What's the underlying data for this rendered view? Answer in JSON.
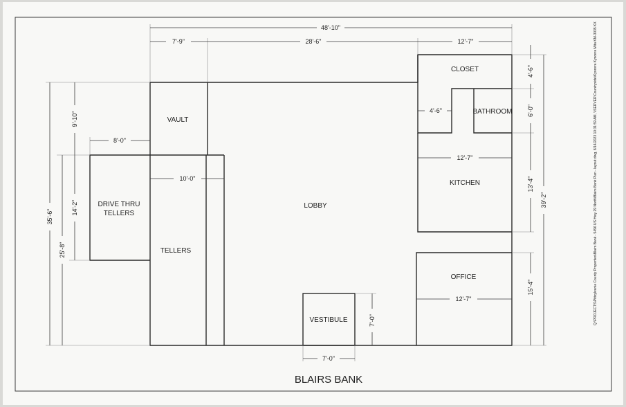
{
  "title": "BLAIRS BANK",
  "side_note": "Q:\\PROJECTS\\Pittsylvania County Properties\\Blairs Bank - 5496 US Hwy 29 North\\Blairs Bank Plan - layout.dwg, 8/14/2023 10:31:59 AM, \\\\SERVER\\Countryside\\Kyocera Kyocera Mita KM-3035 KX",
  "rooms": {
    "vault": "VAULT",
    "drive_thru": [
      "DRIVE THRU",
      "TELLERS"
    ],
    "tellers": "TELLERS",
    "lobby": "LOBBY",
    "vestibule": "VESTIBULE",
    "closet": "CLOSET",
    "bathroom": "BATHROOM",
    "kitchen": "KITCHEN",
    "office": "OFFICE"
  },
  "dimensions": {
    "overall_width": "48'-10\"",
    "vault_width": "7'-9\"",
    "lobby_width": "28'-6\"",
    "right_width": "12'-7\"",
    "drive_thru_width": "8'-0\"",
    "tellers_width": "10'-0\"",
    "left_overall_height": "35'-6\"",
    "vault_depth": "9'-10\"",
    "drive_thru_height": "14'-2\"",
    "tellers_height": "25'-8\"",
    "closet_depth": "4'-6\"",
    "closet_width": "4'-6\"",
    "bathroom_depth": "6'-0\"",
    "kitchen_width": "12'-7\"",
    "kitchen_depth": "13'-4\"",
    "right_overall_height": "39'-2\"",
    "office_width": "12'-7\"",
    "office_depth": "15'-4\"",
    "vestibule_depth": "7'-0\"",
    "vestibule_width": "7'-0\""
  }
}
